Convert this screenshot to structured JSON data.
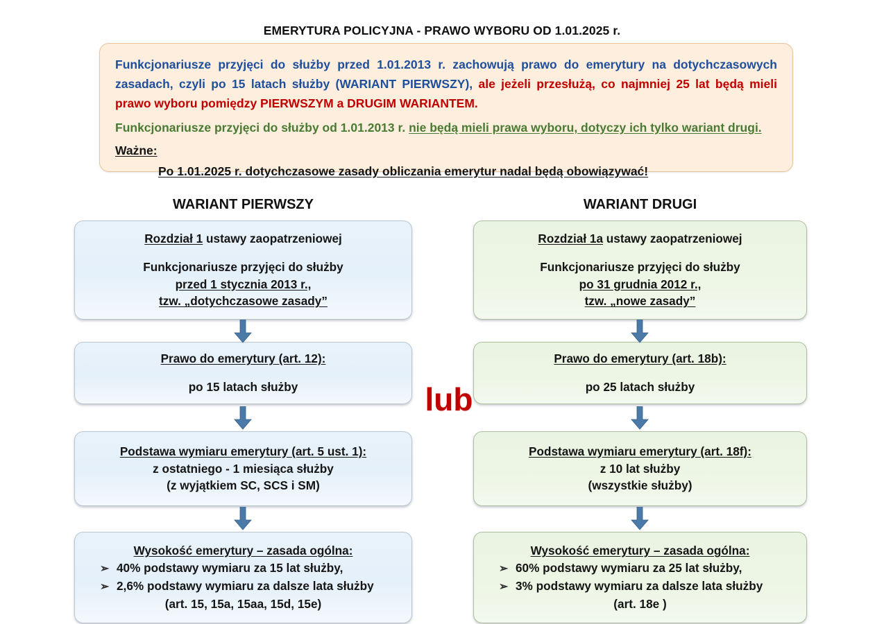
{
  "page": {
    "title": "EMERYTURA POLICYJNA  - PRAWO WYBORU OD 1.01.2025 r."
  },
  "intro": {
    "para1_blue_a": "Funkcjonariusze przyjęci do służby przed 1.01.2013 r. zachowują prawo do emerytury na dotychczasowych zasadach, czyli po 15 latach służby (WARIANT PIERWSZY), ",
    "para1_red_b": "ale jeżeli przesłużą, co najmniej 25 lat będą mieli prawo wyboru pomiędzy PIERWSZYM a DRUGIM WARIANTEM.",
    "para2_green_plain": "Funkcjonariusze przyjęci do służby od 1.01.2013 r. ",
    "para2_green_underlined": "nie będą mieli prawa wyboru, dotyczy ich tylko wariant drugi.",
    "wazne_label": "Ważne:",
    "wazne_note": "Po 1.01.2025 r. dotychczasowe zasady obliczania emerytur nadal będą obowiązywać!"
  },
  "variants": {
    "left_heading": "WARIANT PIERWSZY",
    "right_heading": "WARIANT DRUGI",
    "connector": "lub"
  },
  "left_column": {
    "box1": {
      "heading_underlined": "Rozdział 1",
      "heading_plain": " ustawy zaopatrzeniowej",
      "line2": "Funkcjonariusze przyjęci do służby",
      "line3": "przed 1 stycznia 2013 r.,",
      "line4": "tzw. „dotychczasowe zasady”"
    },
    "box2": {
      "heading": "Prawo do emerytury (art. 12):",
      "line2": "po 15 latach służby"
    },
    "box3": {
      "heading": "Podstawa wymiaru emerytury (art. 5 ust. 1):",
      "line2": "z ostatniego - 1 miesiąca służby",
      "line3": "(z wyjątkiem SC, SCS i SM)"
    },
    "box4": {
      "heading": "Wysokość emerytury – zasada ogólna:",
      "bullet1": "40% podstawy wymiaru za 15 lat służby,",
      "bullet2": "2,6% podstawy wymiaru za dalsze lata służby",
      "line4": "(art. 15, 15a, 15aa, 15d, 15e)"
    }
  },
  "right_column": {
    "box1": {
      "heading_underlined": "Rozdział 1a",
      "heading_plain": " ustawy zaopatrzeniowej",
      "line2": "Funkcjonariusze przyjęci do służby",
      "line3": "po 31 grudnia 2012 r.,",
      "line4": "tzw. „nowe zasady”"
    },
    "box2": {
      "heading": "Prawo do emerytury (art. 18b):",
      "line2": "po 25 latach służby"
    },
    "box3": {
      "heading": "Podstawa wymiaru emerytury (art. 18f):",
      "line2": "z 10 lat służby",
      "line3": "(wszystkie służby)"
    },
    "box4": {
      "heading": "Wysokość emerytury – zasada ogólna:",
      "bullet1": "60% podstawy wymiaru za 25 lat służby,",
      "bullet2": "3% podstawy wymiaru za dalsze lata służby",
      "line4": "(art. 18e )"
    }
  },
  "icons": {
    "bullet_arrow": "➢",
    "down_arrow": "down-arrow-icon"
  },
  "colors": {
    "blue_text": "#1f4e9c",
    "red_text": "#c00000",
    "green_text": "#4a7a33",
    "black_text": "#151515",
    "intro_bg": "#fdeedd",
    "intro_border": "#e8c49a",
    "blue_box_bg": "#e4f0fa",
    "blue_box_border": "#b9c6d2",
    "green_box_bg": "#edf5e4",
    "green_box_border": "#aebfa0",
    "arrow": "#4b7aa8"
  }
}
